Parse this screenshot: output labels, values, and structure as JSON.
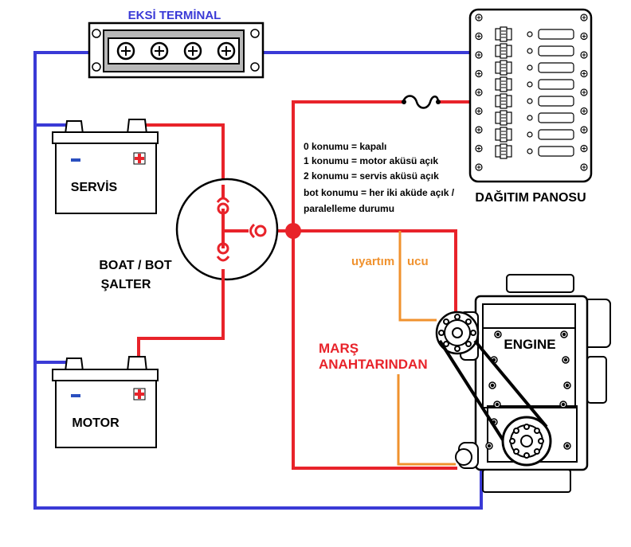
{
  "labels": {
    "neg_terminal": "EKSİ TERMİNAL",
    "panel": "DAĞITIM PANOSU",
    "battery_service": "SERVİS",
    "battery_motor": "MOTOR",
    "switch_line1": "BOAT / BOT",
    "switch_line2": "ŞALTER",
    "engine": "ENGINE",
    "ignition_line1": "MARŞ",
    "ignition_line2": "ANAHTARINDAN",
    "warning_word1": "uyartım",
    "warning_word2": "ucu"
  },
  "notes": [
    "0 konumu = kapalı",
    "1 konumu = motor aküsü açık",
    "2 konumu = servis aküsü açık",
    "bot konumu = her iki aküde açık /",
    "paralelleme durumu"
  ],
  "colors": {
    "negative_wire": "#3a3ad6",
    "positive_wire": "#e8232a",
    "warning_wire": "#f0922e",
    "neg_label": "#3a3ad6",
    "ignition_label": "#e8232a",
    "warning_label": "#f0922e",
    "line": "#000000"
  },
  "icons": {
    "fuse": "fuse-icon",
    "battery_plus": "plus-terminal-icon",
    "battery_minus": "minus-terminal-icon",
    "terminal_screw": "screw-terminal-icon",
    "panel_switch": "toggle-switch-icon"
  }
}
